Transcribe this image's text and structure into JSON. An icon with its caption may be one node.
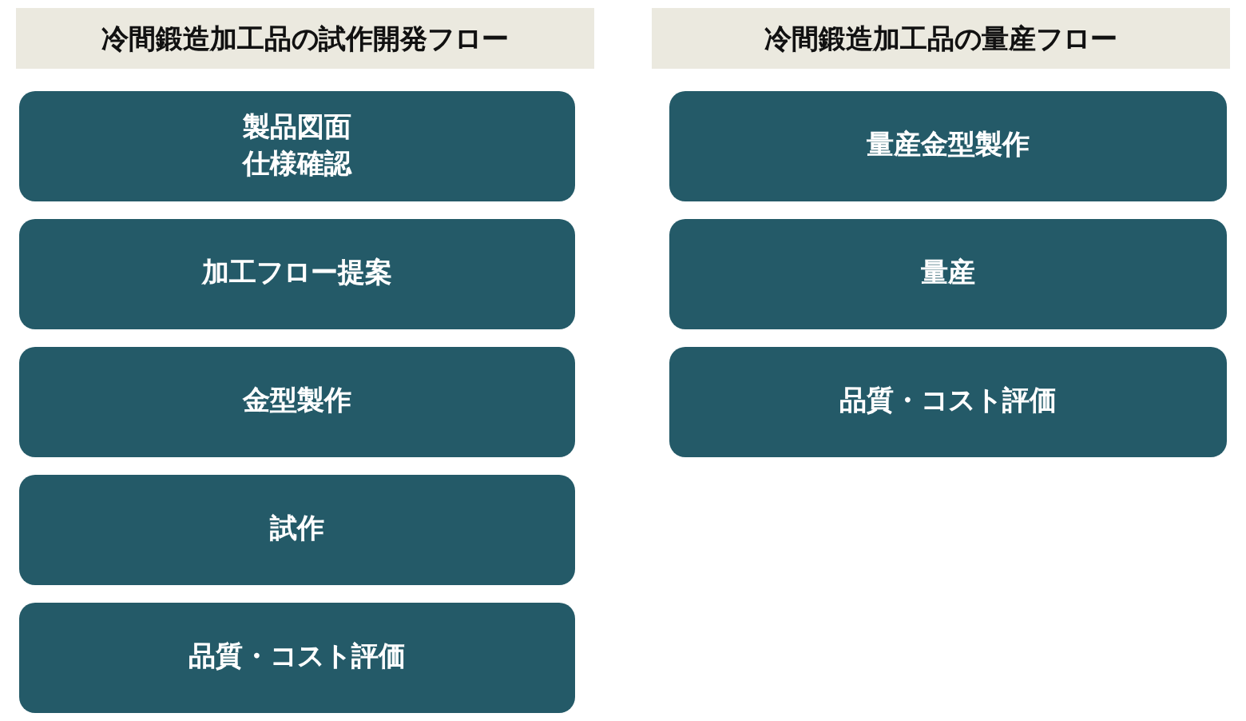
{
  "diagram": {
    "nodes": [
      {
        "text": [
          "冷間鍛造加工品の試作開発フロー"
        ]
      },
      {
        "text": [
          "製品図面仕様確認"
        ]
      },
      {
        "text": [
          "加工フロー提案"
        ]
      },
      {
        "text": [
          "金型製作"
        ]
      },
      {
        "text": [
          "試作"
        ]
      },
      {
        "text": [
          "品質・コスト評価"
        ]
      },
      {
        "text": [
          "冷間鍛造加工品の量産フロー"
        ]
      },
      {
        "text": [
          "量産金型製作"
        ]
      },
      {
        "text": [
          "量産"
        ]
      },
      {
        "text": [
          "品質・コスト評価"
        ]
      }
    ]
  }
}
